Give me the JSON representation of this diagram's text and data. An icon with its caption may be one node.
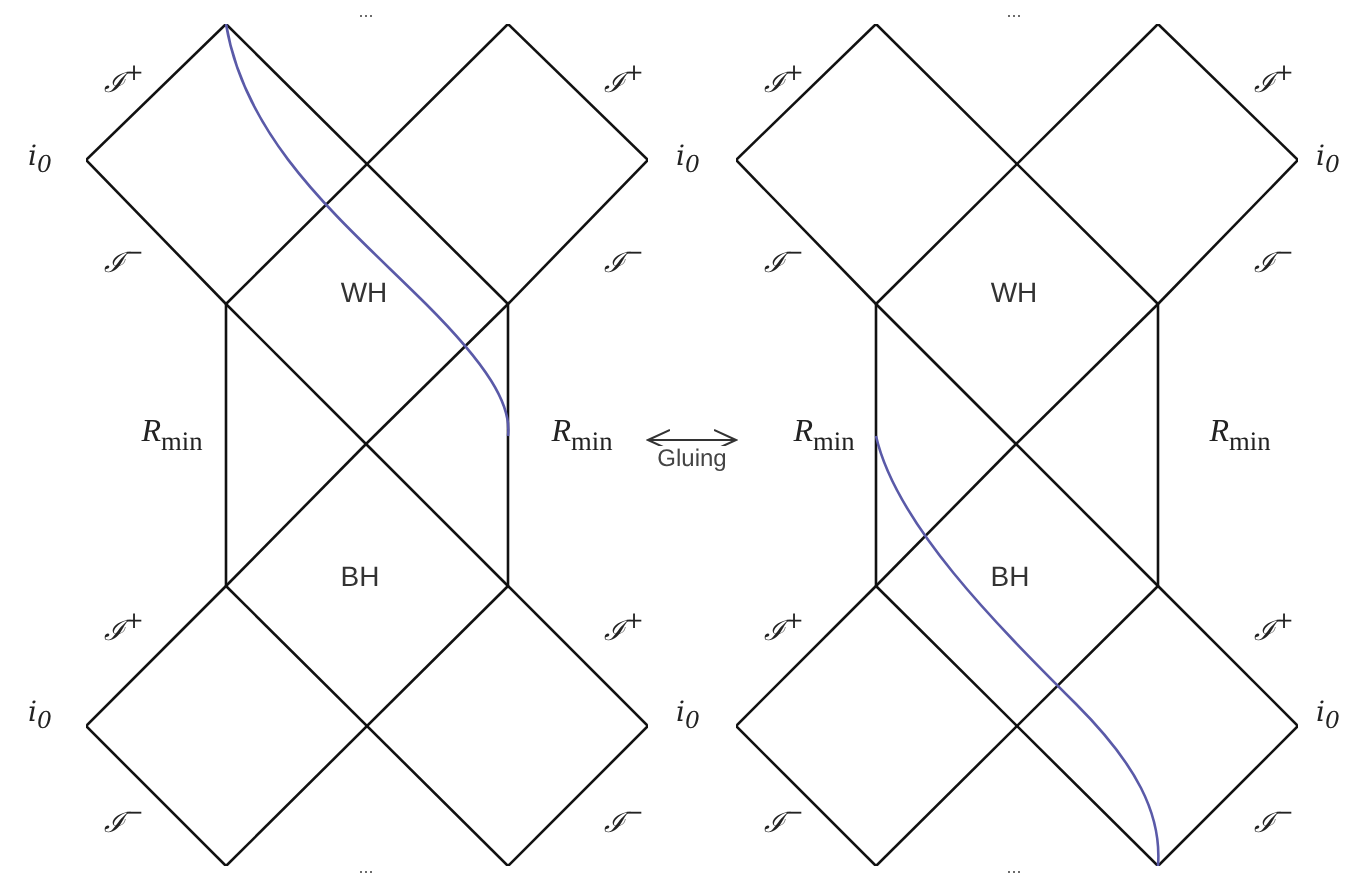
{
  "diagram": {
    "nodes": [
      {
        "text": [],
        "shape": "picture"
      },
      {
        "text": [],
        "shape": "picture"
      }
    ],
    "edges": [
      {
        "from": 0,
        "to": 1,
        "arrow": "both",
        "label": "Gluing"
      }
    ],
    "labels": [
      "...",
      "...",
      "ℐ$^{+}$",
      "ℐ$^{+}$",
      "ℐ$^{+}$",
      "ℐ$^{+}$",
      "i$_{0}$",
      "i$_{0}$",
      "i$_{0}$",
      "ℐ$^{−}$",
      "ℐ$^{−}$",
      "ℐ$^{−}$",
      "ℐ$^{−}$",
      "WH",
      "WH",
      "*R*$_{min}$",
      "*R*$_{min}$",
      "*R*$_{min}$",
      "*R*$_{min}$",
      "BH",
      "BH",
      "ℐ$^{+}$",
      "ℐ$^{+}$",
      "ℐ$^{+}$",
      "ℐ$^{+}$",
      "i$_{0}$",
      "i$_{0}$",
      "i$_{0}$",
      "ℐ$^{−}$",
      "ℐ$^{−}$",
      "ℐ$^{−}$",
      "ℐ$^{−}$",
      "...",
      "..."
    ]
  }
}
